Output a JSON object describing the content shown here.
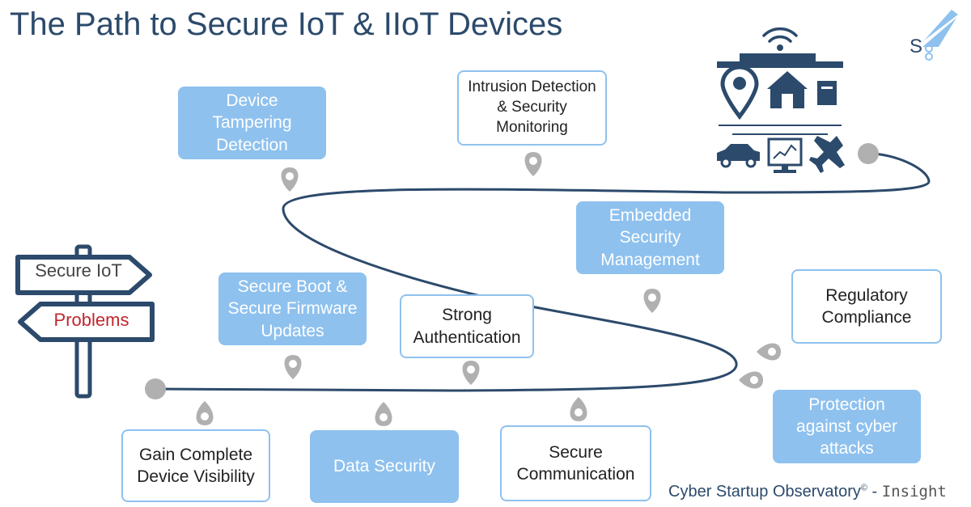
{
  "title": "The Path to Secure IoT & IIoT Devices",
  "logo_text": "S",
  "signpost": {
    "top": "Secure IoT",
    "bottom": "Problems"
  },
  "steps": [
    {
      "id": "device-tampering",
      "label": "Device Tampering Detection",
      "style": "filled"
    },
    {
      "id": "intrusion-detection",
      "label": "Intrusion Detection & Security Monitoring",
      "style": "outline"
    },
    {
      "id": "embedded-security",
      "label": "Embedded Security Management",
      "style": "filled"
    },
    {
      "id": "regulatory-compliance",
      "label": "Regulatory Compliance",
      "style": "outline"
    },
    {
      "id": "secure-boot",
      "label": "Secure Boot & Secure Firmware Updates",
      "style": "filled"
    },
    {
      "id": "strong-auth",
      "label": "Strong Authentication",
      "style": "outline"
    },
    {
      "id": "protection-cyber",
      "label": "Protection against cyber attacks",
      "style": "filled"
    },
    {
      "id": "gain-visibility",
      "label": "Gain Complete Device Visibility",
      "style": "outline"
    },
    {
      "id": "data-security",
      "label": "Data Security",
      "style": "filled"
    },
    {
      "id": "secure-comm",
      "label": "Secure Communication",
      "style": "outline"
    }
  ],
  "footer": {
    "brand": "Cyber Startup Observatory",
    "mark": "©",
    "separator": "-",
    "tag": "Insight"
  },
  "colors": {
    "title": "#2c4a6b",
    "box_fill": "#8ec1ee",
    "path": "#2c4a6b",
    "pin": "#b0b0b0",
    "problems": "#c0272d"
  }
}
